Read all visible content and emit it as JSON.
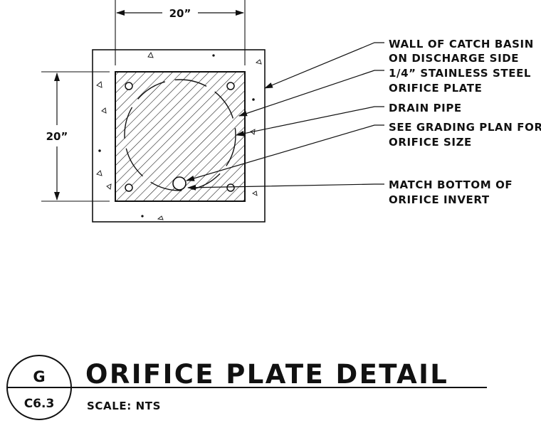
{
  "dimensions": {
    "width": "20”",
    "height": "20”"
  },
  "callouts": [
    {
      "lines": [
        "WALL OF CATCH BASIN",
        "ON DISCHARGE SIDE"
      ]
    },
    {
      "lines": [
        "1/4” STAINLESS STEEL",
        "ORIFICE PLATE"
      ]
    },
    {
      "lines": [
        "DRAIN PIPE"
      ]
    },
    {
      "lines": [
        "SEE GRADING PLAN FOR",
        "ORIFICE SIZE"
      ]
    },
    {
      "lines": [
        "MATCH BOTTOM OF",
        "ORIFICE INVERT"
      ]
    }
  ],
  "title_block": {
    "detail_letter": "G",
    "sheet_number": "C6.3",
    "title": "ORIFICE PLATE DETAIL",
    "scale": "SCALE: NTS"
  },
  "colors": {
    "ink": "#111111",
    "background": "#ffffff"
  }
}
